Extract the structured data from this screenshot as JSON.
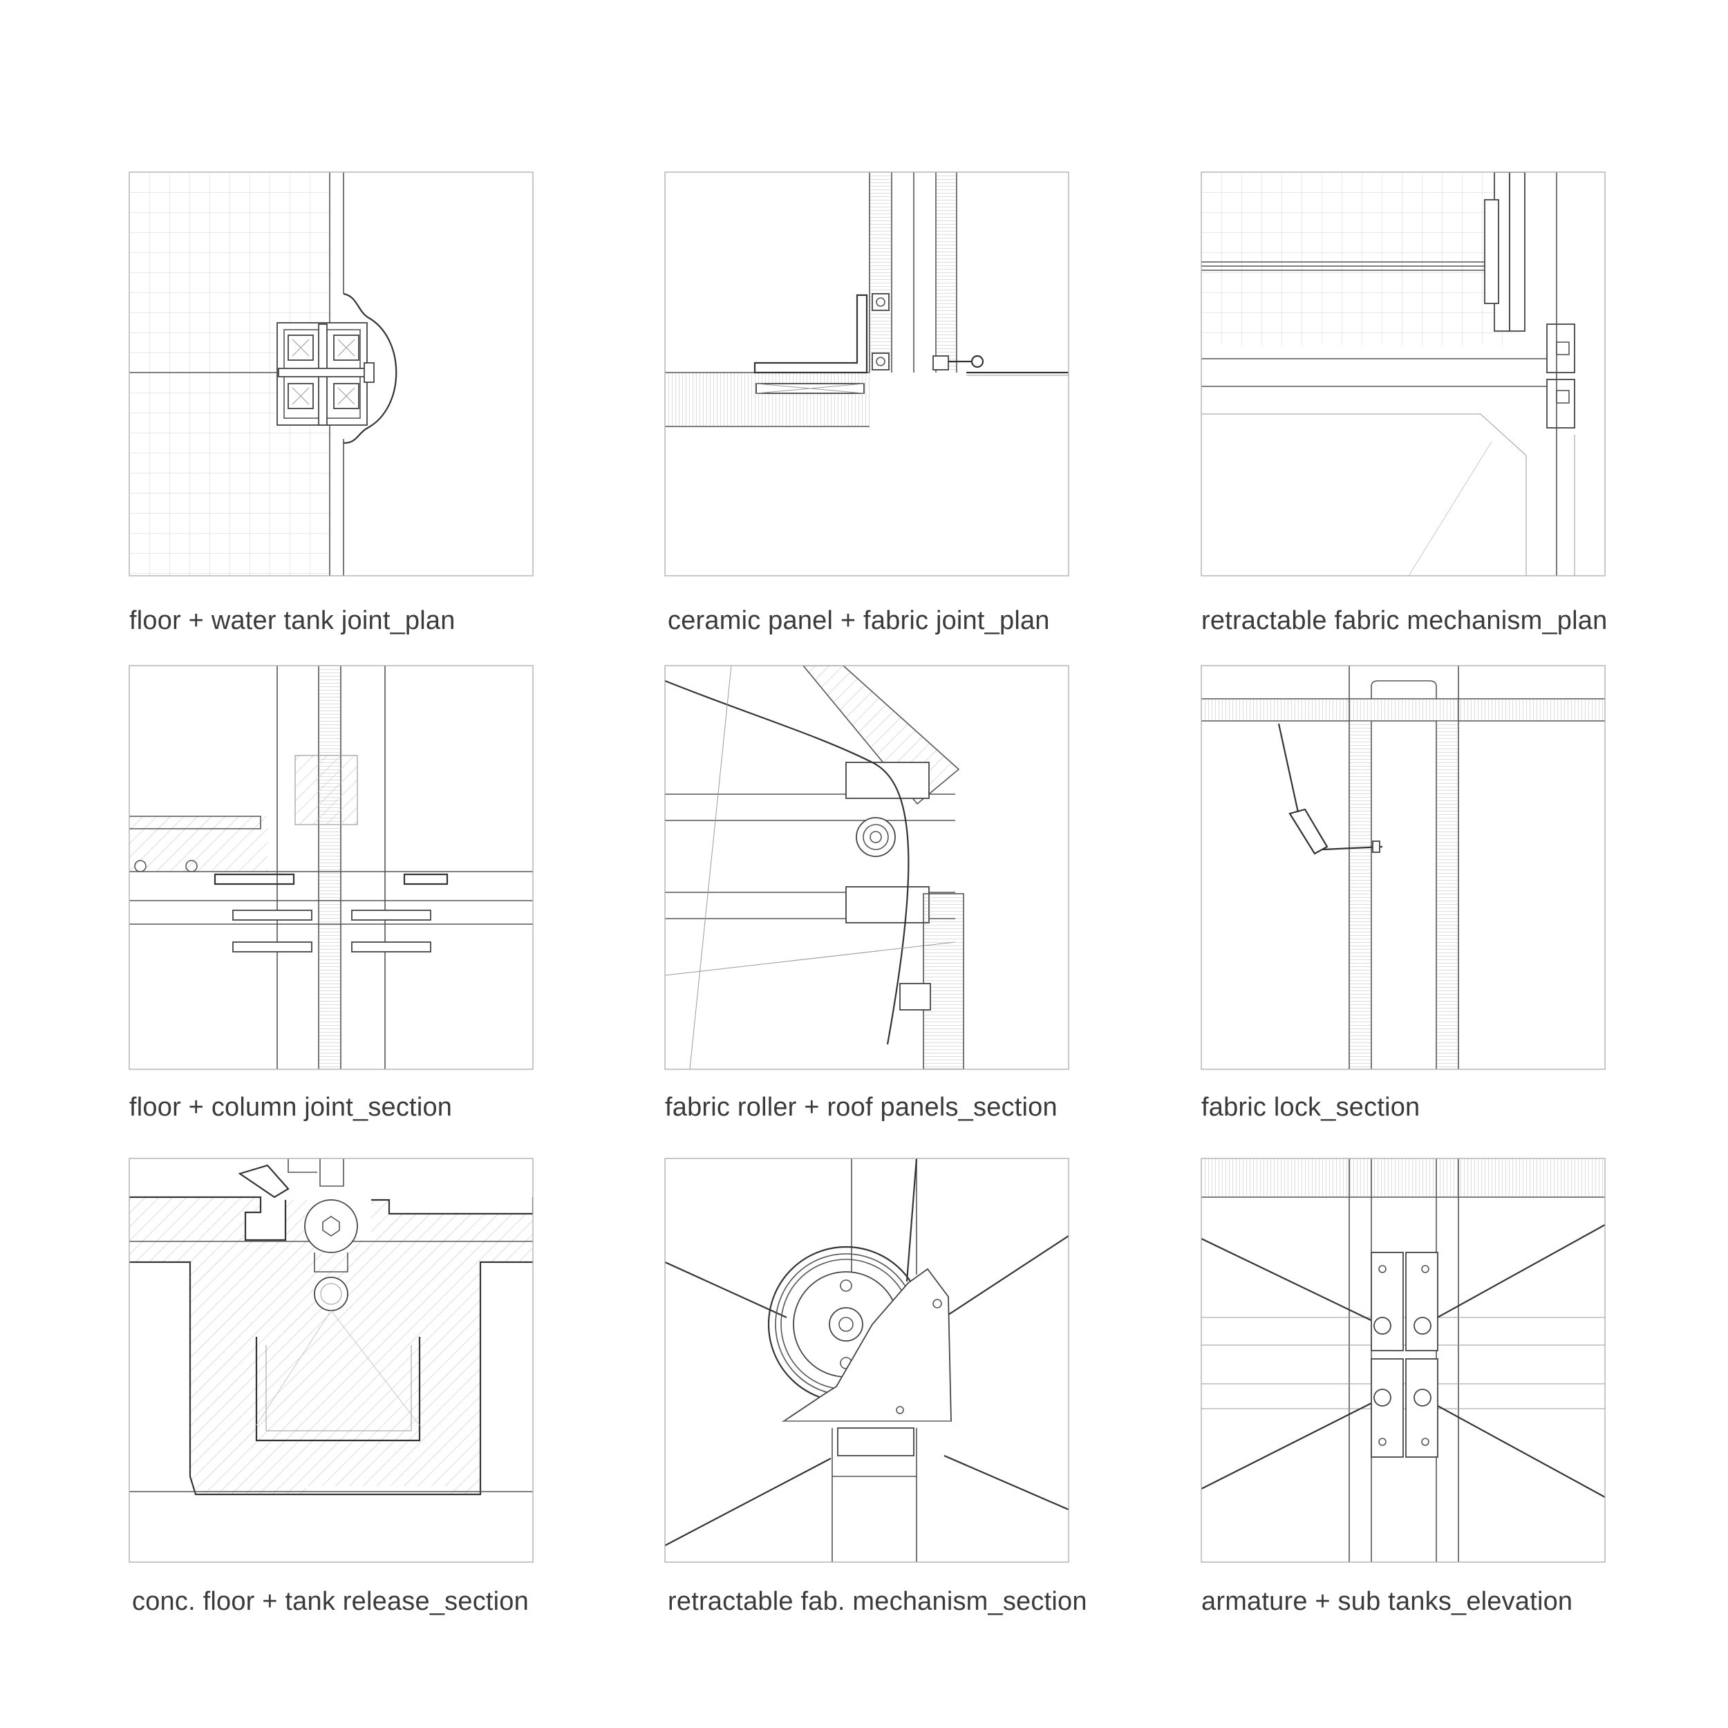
{
  "panels": [
    {
      "caption": "floor + water tank joint_plan"
    },
    {
      "caption": "ceramic panel + fabric joint_plan"
    },
    {
      "caption": "retractable fabric mechanism_plan"
    },
    {
      "caption": "floor + column joint_section"
    },
    {
      "caption": "fabric roller + roof panels_section"
    },
    {
      "caption": "fabric lock_section"
    },
    {
      "caption": "conc. floor + tank release_section"
    },
    {
      "caption": "retractable fab. mechanism_section"
    },
    {
      "caption": "armature + sub tanks_elevation"
    }
  ]
}
